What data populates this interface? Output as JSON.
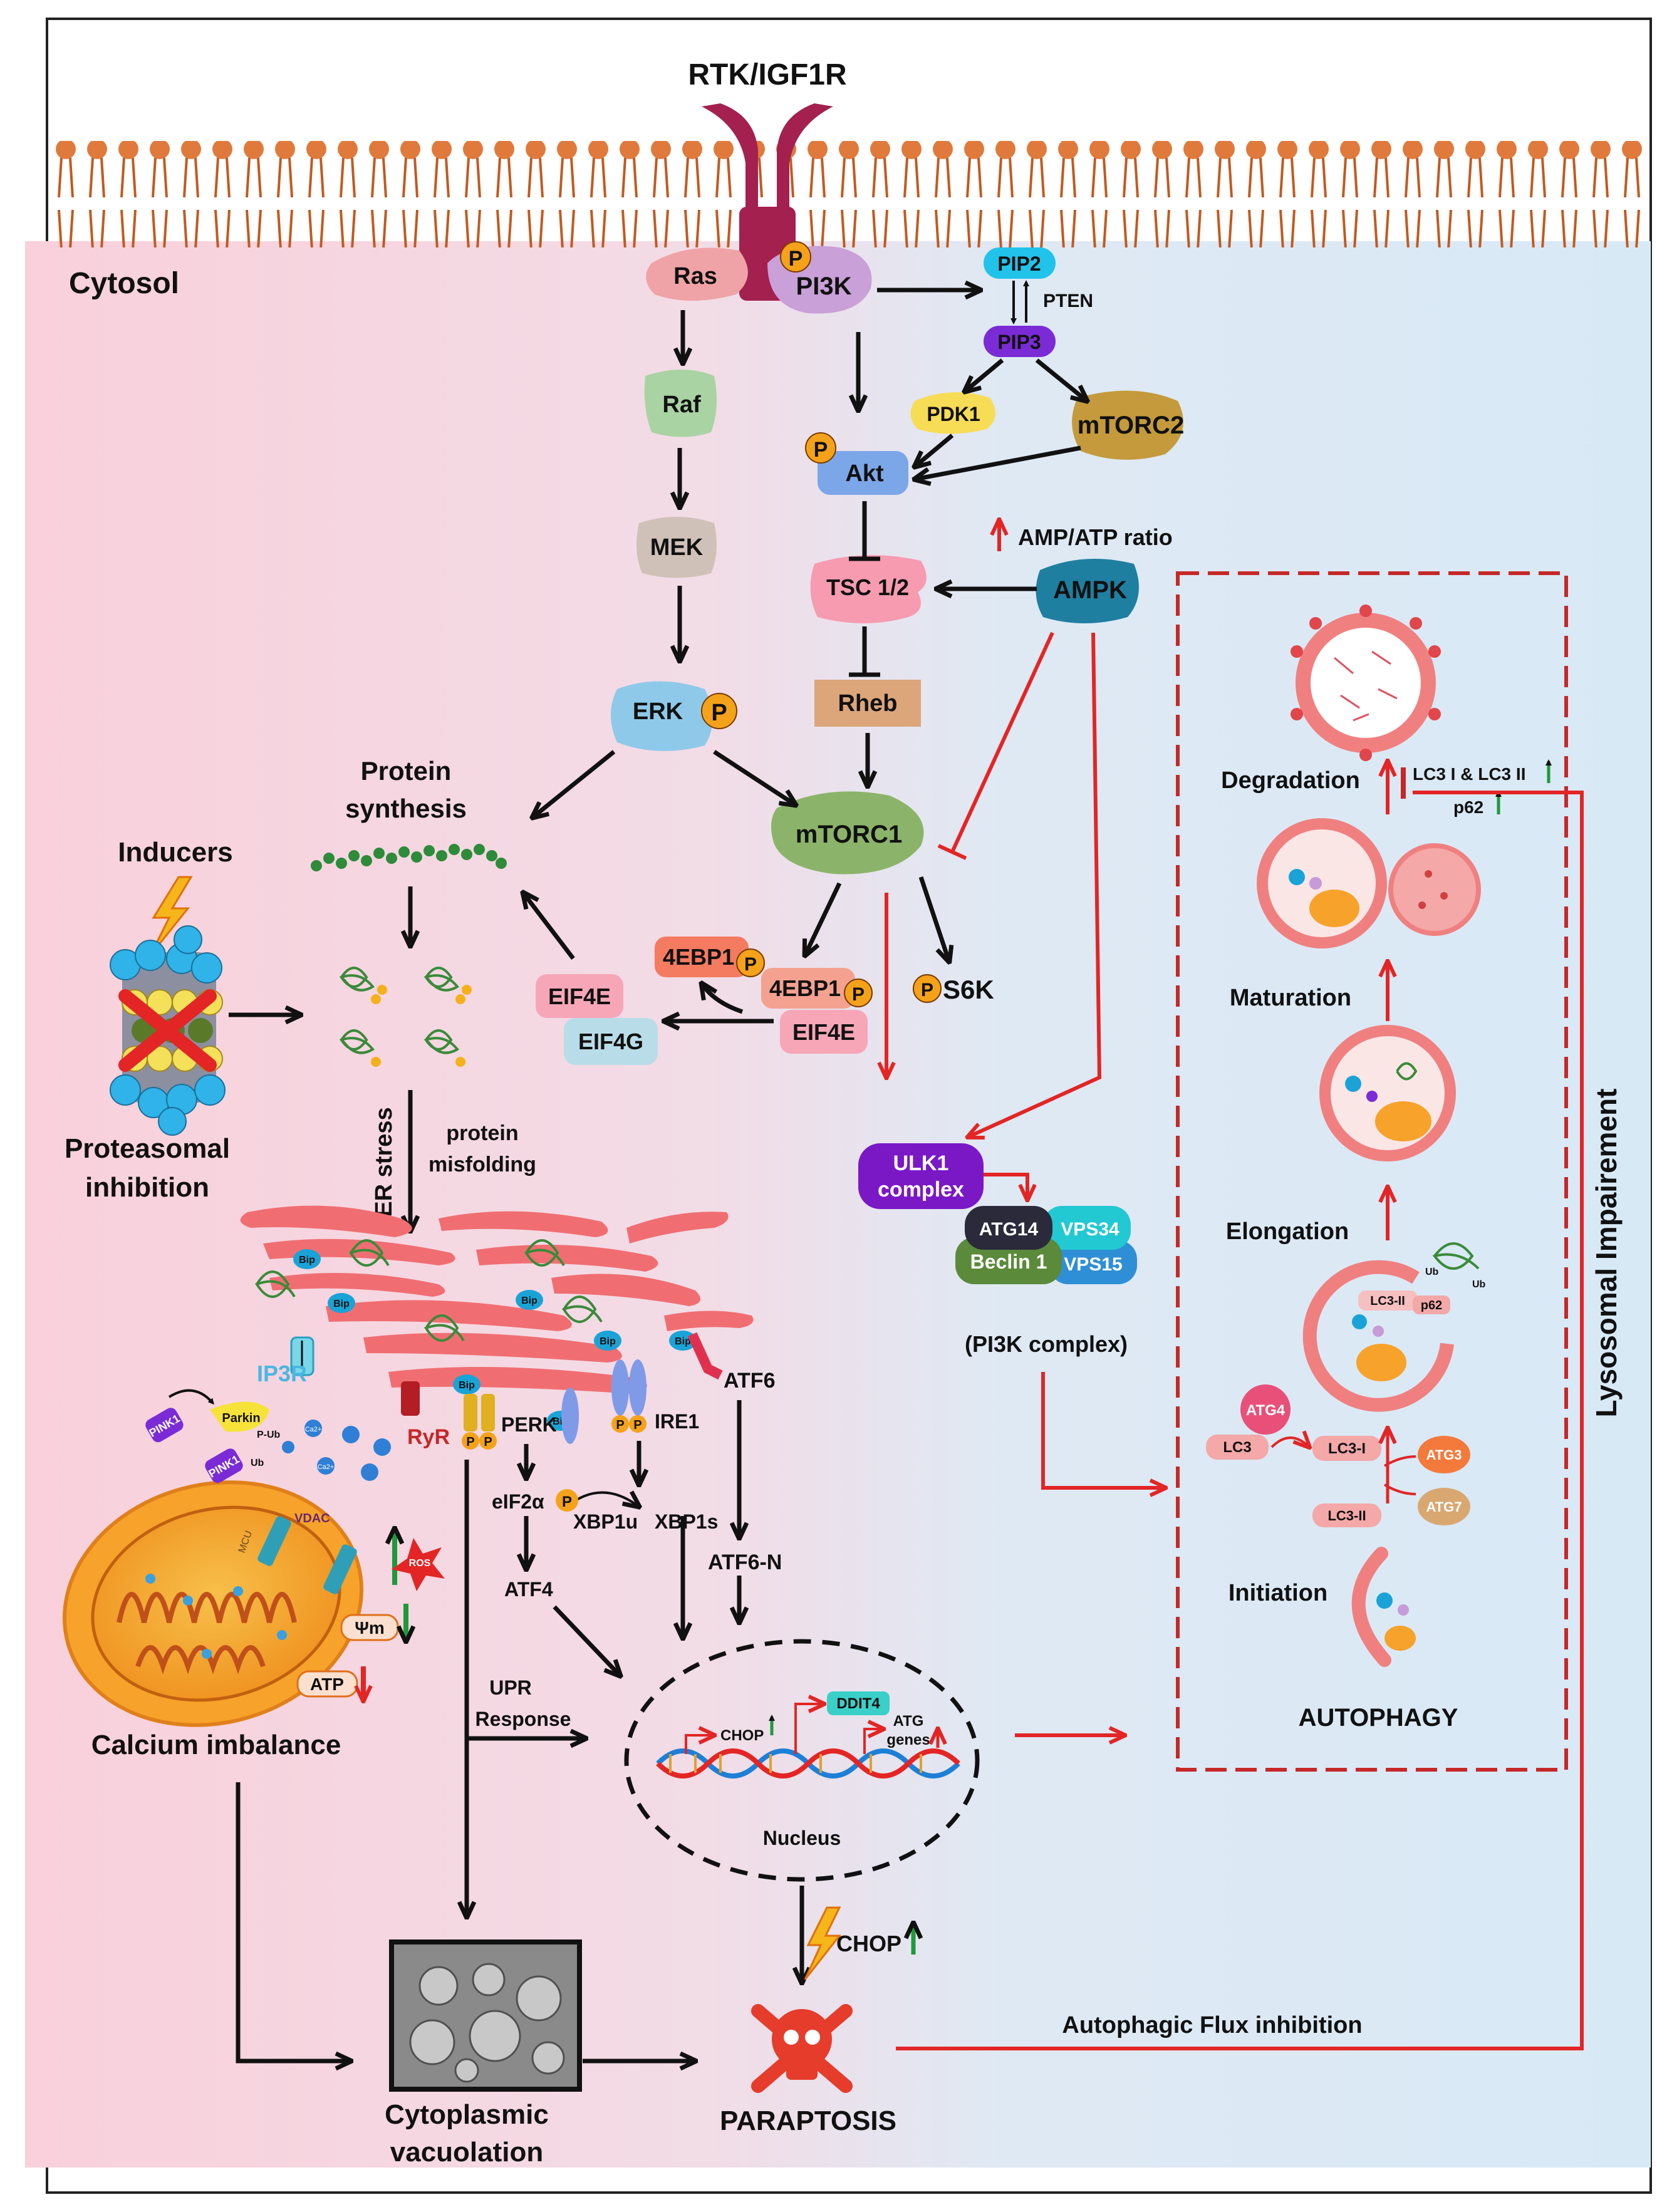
{
  "receptor": {
    "label": "RTK/IGF1R"
  },
  "compartments": {
    "cytosol": "Cytosol",
    "nucleus": "Nucleus"
  },
  "phospho_label": "P",
  "pathway": {
    "ras": "Ras",
    "pi3k": "PI3K",
    "pip2": "PIP2",
    "pten": "PTEN",
    "pip3": "PIP3",
    "raf": "Raf",
    "pdk1": "PDK1",
    "mtorc2": "mTORC2",
    "akt": "Akt",
    "mek": "MEK",
    "amp_atp": "AMP/ATP ratio",
    "tsc": "TSC 1/2",
    "ampk": "AMPK",
    "rheb": "Rheb",
    "erk": "ERK",
    "protein_synthesis_1": "Protein",
    "protein_synthesis_2": "synthesis",
    "mtorc1": "mTORC1",
    "fourebp1_a": "4EBP1",
    "fourebp1_b": "4EBP1",
    "s6k": "S6K",
    "eif4e_a": "EIF4E",
    "eif4g": "EIF4G",
    "eif4e_b": "EIF4E",
    "ulk1_1": "ULK1",
    "ulk1_2": "complex",
    "atg14": "ATG14",
    "vps34": "VPS34",
    "beclin1": "Beclin 1",
    "vps15": "VPS15",
    "pi3k_complex": "(PI3K complex)"
  },
  "left": {
    "inducers": "Inducers",
    "proteasomal_1": "Proteasomal",
    "proteasomal_2": "inhibition",
    "er_stress": "ER stress",
    "misfold_1": "protein",
    "misfold_2": "misfolding",
    "bip": "Bip",
    "ip3r": "IP3R",
    "ryr": "RyR",
    "perk": "PERK",
    "ire1": "IRE1",
    "atf6": "ATF6",
    "pink1": "PINK1",
    "parkin": "Parkin",
    "pub": "P-Ub",
    "ub": "Ub",
    "ca": "Ca2+",
    "vdac": "VDAC",
    "mcu": "MCU",
    "ros": "ROS",
    "psi": "Ψm",
    "atp": "ATP",
    "calcium": "Calcium imbalance",
    "eif2a": "eIF2α",
    "xbp1u": "XBP1u",
    "xbp1s": "XBP1s",
    "atf6n": "ATF6-N",
    "atf4": "ATF4",
    "upr_1": "UPR",
    "upr_2": "Response",
    "vac_1": "Cytoplasmic",
    "vac_2": "vacuolation",
    "paraptosis": "PARAPTOSIS",
    "chop": "CHOP",
    "ddit4": "DDIT4",
    "atg_1": "ATG",
    "atg_2": "genes"
  },
  "autophagy": {
    "title": "AUTOPHAGY",
    "degradation": "Degradation",
    "maturation": "Maturation",
    "elongation": "Elongation",
    "initiation": "Initiation",
    "lc3_marker": "LC3 I & LC3 II",
    "p62": "p62",
    "lc3ii_small": "LC3-II",
    "p62_small": "p62",
    "atg4": "ATG4",
    "lc3": "LC3",
    "lc3i": "LC3-I",
    "atg3": "ATG3",
    "atg7": "ATG7",
    "lc3ii": "LC3-II",
    "side": "Lysosomal Impairement",
    "flux": "Autophagic Flux inhibition"
  },
  "colors": {
    "cytosol_left": "#f7d6de",
    "cytosol_right": "#dcebf6",
    "membrane": "#d9733a",
    "receptor": "#a3204f",
    "inhibit_red": "#e32525",
    "phospho": "#f5a21b",
    "er": "#f06e72",
    "mito": "#f7a22a"
  },
  "icons": [
    "lightning-icon",
    "proteasome-icon",
    "skull-crossbones-icon",
    "dna-icon",
    "mitochondrion-icon",
    "lysosome-icon"
  ]
}
